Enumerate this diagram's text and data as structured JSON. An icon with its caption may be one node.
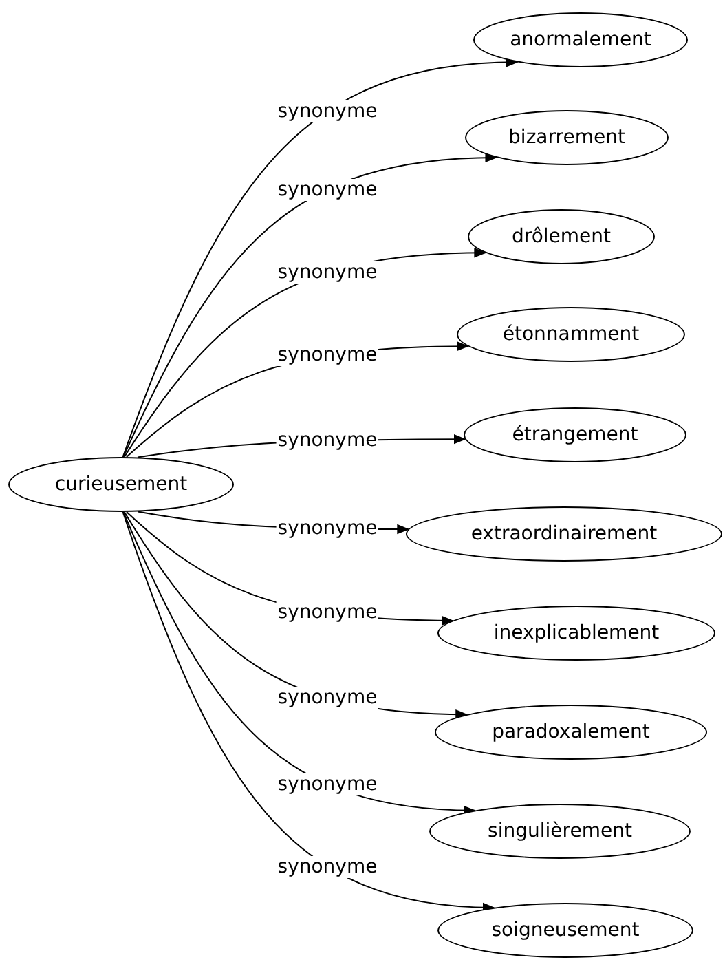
{
  "diagram": {
    "nodes": [
      {
        "text": [
          "curieusement"
        ]
      },
      {
        "text": [
          "anormalement"
        ]
      },
      {
        "text": [
          "bizarrement"
        ]
      },
      {
        "text": [
          "drôlement"
        ]
      },
      {
        "text": [
          "étonnamment"
        ]
      },
      {
        "text": [
          "étrangement"
        ]
      },
      {
        "text": [
          "extraordinairement"
        ]
      },
      {
        "text": [
          "inexplicablement"
        ]
      },
      {
        "text": [
          "paradoxalement"
        ]
      },
      {
        "text": [
          "singulièrement"
        ]
      },
      {
        "text": [
          "soigneusement"
        ]
      }
    ],
    "edges": [
      {
        "from": 0,
        "to": 1,
        "arrow": "to",
        "label": "synonyme"
      },
      {
        "from": 0,
        "to": 2,
        "arrow": "to",
        "label": "synonyme"
      },
      {
        "from": 0,
        "to": 3,
        "arrow": "to",
        "label": "synonyme"
      },
      {
        "from": 0,
        "to": 4,
        "arrow": "to",
        "label": "synonyme"
      },
      {
        "from": 0,
        "to": 5,
        "arrow": "to",
        "label": "synonyme"
      },
      {
        "from": 0,
        "to": 6,
        "arrow": "to",
        "label": "synonyme"
      },
      {
        "from": 0,
        "to": 7,
        "arrow": "to",
        "label": "synonyme"
      },
      {
        "from": 0,
        "to": 8,
        "arrow": "to",
        "label": "synonyme"
      },
      {
        "from": 0,
        "to": 9,
        "arrow": "to",
        "label": "synonyme"
      },
      {
        "from": 0,
        "to": 10,
        "arrow": "to",
        "label": "synonyme"
      }
    ]
  }
}
